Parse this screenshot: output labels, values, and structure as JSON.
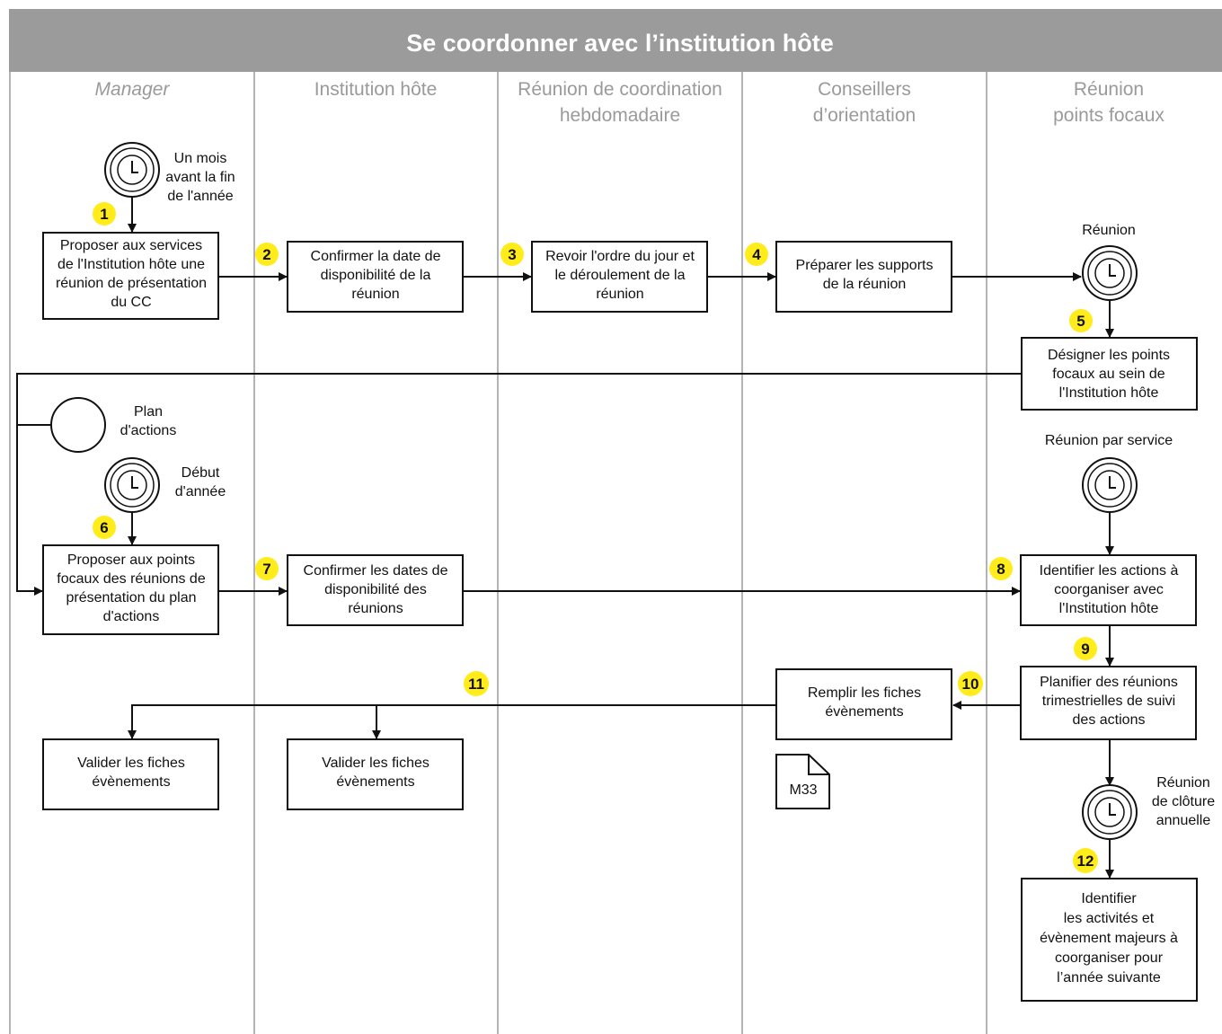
{
  "title": "Se coordonner avec l’institution hôte",
  "colors": {
    "header_bg": "#9b9b9b",
    "lane_line": "#b4b4b4",
    "badge": "#ffec1a",
    "stroke": "#111111"
  },
  "lanes": [
    {
      "lines": [
        "Manager"
      ],
      "italic": true
    },
    {
      "lines": [
        "Institution hôte"
      ],
      "italic": false
    },
    {
      "lines": [
        "Réunion de coordination",
        "hebdomadaire"
      ],
      "italic": false
    },
    {
      "lines": [
        "Conseillers",
        "d’orientation"
      ],
      "italic": false
    },
    {
      "lines": [
        "Réunion",
        "points focaux"
      ],
      "italic": false
    }
  ],
  "boxes": {
    "box1": [
      "Proposer aux services",
      "de l'Institution hôte une",
      "réunion de présentation",
      "du CC"
    ],
    "box2": [
      "Confirmer la date de",
      "disponibilité de la",
      "réunion"
    ],
    "box3": [
      "Revoir l'ordre du jour et",
      "le déroulement de la",
      "réunion"
    ],
    "box4": [
      "Préparer les supports",
      "de la réunion"
    ],
    "box5": [
      "Désigner les points",
      "focaux au sein de",
      "l'Institution hôte"
    ],
    "box6": [
      "Proposer aux points",
      "focaux des réunions de",
      "présentation du plan",
      "d'actions"
    ],
    "box7": [
      "Confirmer les dates de",
      "disponibilité des",
      "réunions"
    ],
    "box8": [
      "Identifier les actions à",
      "coorganiser avec",
      "l'Institution hôte"
    ],
    "box9": [
      "Planifier des réunions",
      "trimestrielles de suivi",
      "des actions"
    ],
    "box10": [
      "Remplir les fiches",
      "évènements"
    ],
    "box11a": [
      "Valider les fiches",
      "évènements"
    ],
    "box11b": [
      "Valider les fiches",
      "évènements"
    ],
    "box12": [
      "Identifier",
      "les activités et",
      "évènement majeurs à",
      "coorganiser pour",
      "l’année suivante"
    ]
  },
  "labels": {
    "timer1": [
      "Un mois",
      "avant la fin",
      "de l'année"
    ],
    "reunion": [
      "Réunion"
    ],
    "plan": [
      "Plan",
      "d'actions"
    ],
    "debut": [
      "Début",
      "d'année"
    ],
    "reunion_service": [
      "Réunion par service"
    ],
    "cloture": [
      "Réunion",
      "de clôture",
      "annuelle"
    ]
  },
  "badges": [
    "1",
    "2",
    "3",
    "4",
    "5",
    "6",
    "7",
    "8",
    "9",
    "10",
    "11",
    "12"
  ],
  "document": {
    "label": "M33",
    "icon": "document-icon"
  },
  "icons": {
    "timer": "clock-icon",
    "plan": "circle-event-icon"
  }
}
